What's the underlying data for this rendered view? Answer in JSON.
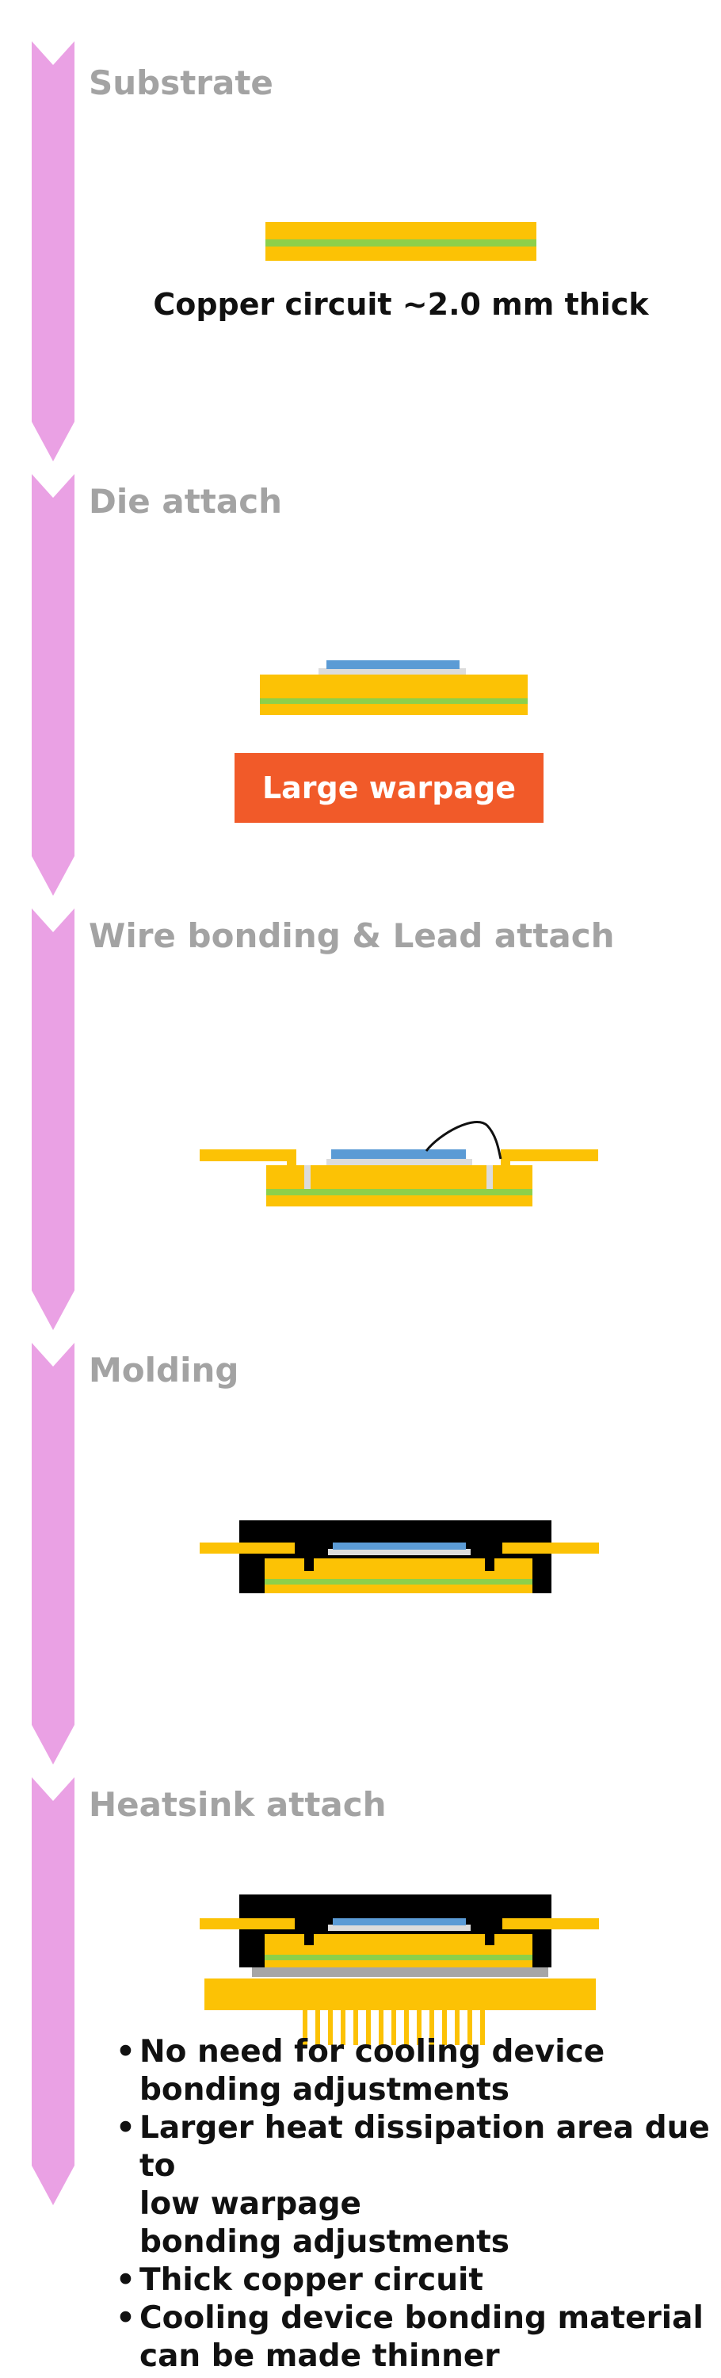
{
  "colors": {
    "arrow": "#eaa1e4",
    "substrate": "#fcc205",
    "insulator": "#8dd04a",
    "die": "#5b9bd5",
    "solder": "#dcdcdc",
    "mold": "#000000",
    "tim": "#a6a6a6",
    "badge": "#f15a29",
    "title": "#a3a3a3"
  },
  "steps": [
    {
      "title": "Substrate"
    },
    {
      "title": "Die attach"
    },
    {
      "title": "Wire bonding & Lead attach"
    },
    {
      "title": "Molding"
    },
    {
      "title": "Heatsink attach"
    }
  ],
  "substrate_caption": "Copper circuit ~2.0 mm thick",
  "warpage_badge": "Large warpage",
  "notes": [
    {
      "lines": [
        "No need for cooling device",
        "bonding adjustments"
      ]
    },
    {
      "lines": [
        "Larger heat dissipation area due to",
        "low warpage",
        "bonding adjustments"
      ]
    },
    {
      "lines": [
        "Thick copper circuit"
      ]
    },
    {
      "lines": [
        "Cooling device bonding material",
        "can be made thinner"
      ]
    }
  ],
  "bullet": "•"
}
